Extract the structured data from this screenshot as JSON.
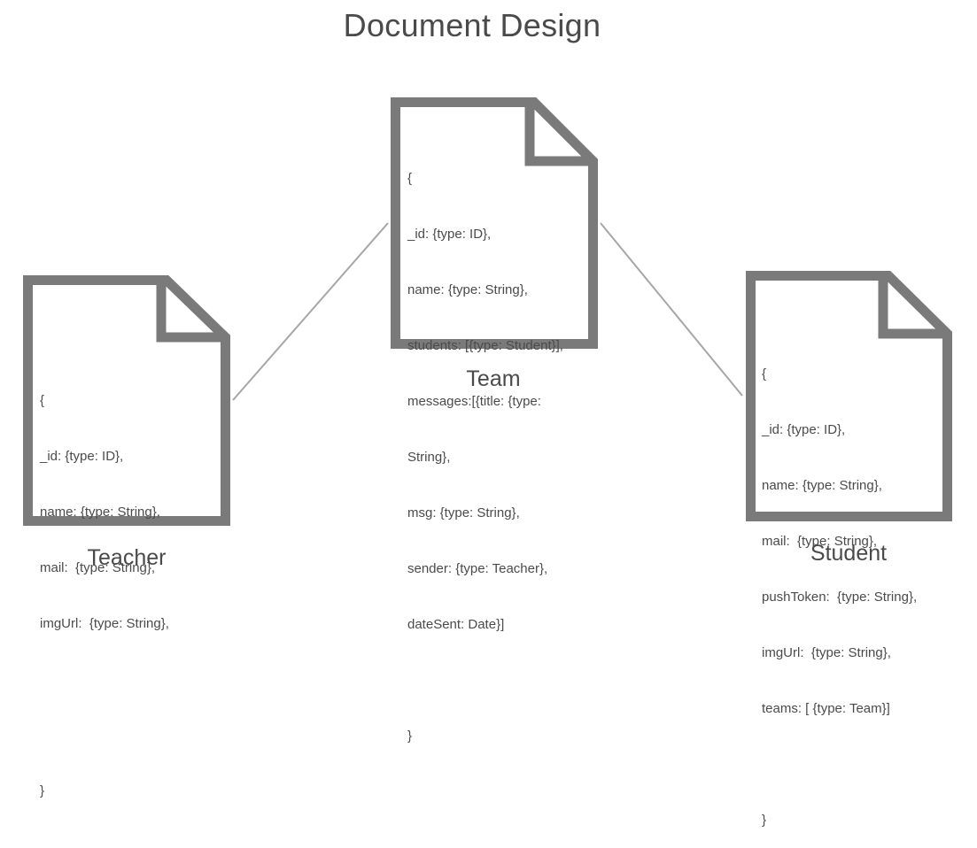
{
  "title": "Document Design",
  "colors": {
    "document_stroke": "#7a7a7a",
    "connector": "#a6a6a6",
    "text": "#4b4b4b"
  },
  "documents": {
    "team": {
      "label": "Team",
      "lines": [
        "{",
        "_id: {type: ID},",
        "name: {type: String},",
        "students: [{type: Student}],",
        "messages:[{title: {type:",
        "String},",
        "msg: {type: String},",
        "sender: {type: Teacher},",
        "dateSent: Date}]",
        "",
        "}"
      ]
    },
    "teacher": {
      "label": "Teacher",
      "lines": [
        "{",
        "_id: {type: ID},",
        "name: {type: String},",
        "mail:  {type: String},",
        "imgUrl:  {type: String},",
        "",
        "",
        "}"
      ]
    },
    "student": {
      "label": "Student",
      "lines": [
        "{",
        "_id: {type: ID},",
        "name: {type: String},",
        "mail:  {type: String},",
        "pushToken:  {type: String},",
        "imgUrl:  {type: String},",
        "teams: [ {type: Team}]",
        "",
        "}"
      ]
    }
  }
}
